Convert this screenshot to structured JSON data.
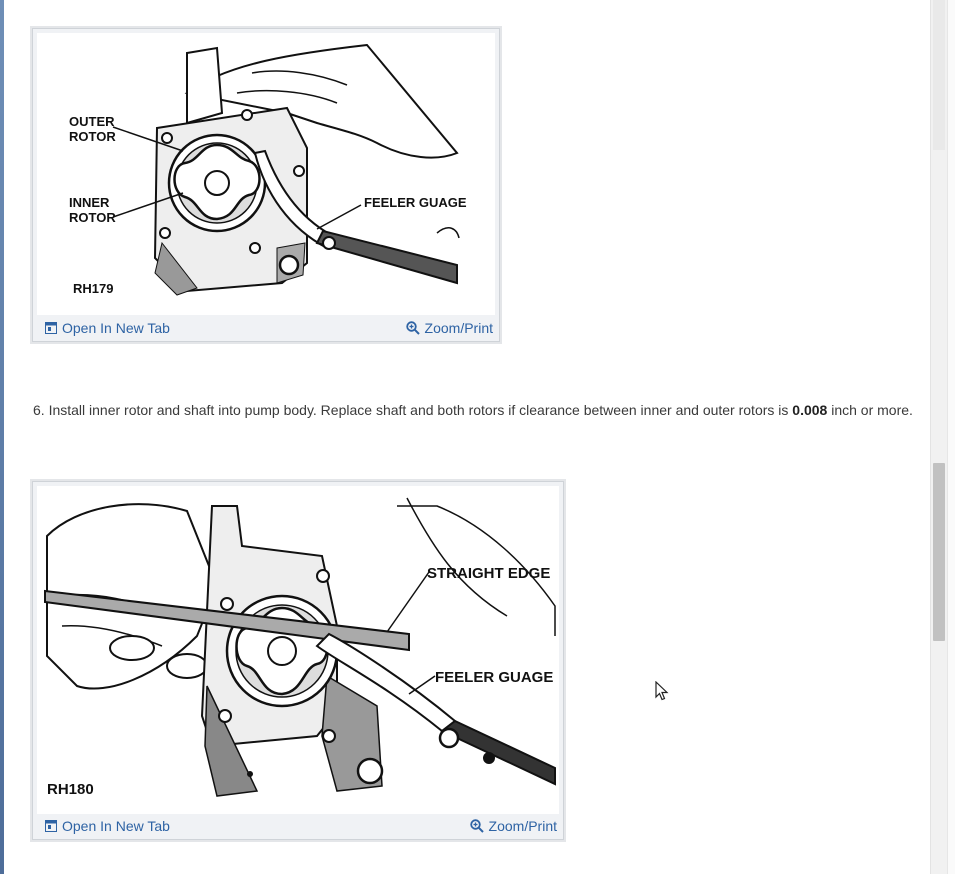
{
  "figure1": {
    "labels": {
      "outer_rotor_1": "OUTER",
      "outer_rotor_2": "ROTOR",
      "inner_rotor_1": "INNER",
      "inner_rotor_2": "ROTOR",
      "feeler": "FEELER GUAGE",
      "code": "RH179"
    },
    "open_label": "Open In New Tab",
    "zoom_label": "Zoom/Print"
  },
  "step6": {
    "prefix": "6. Install inner rotor and shaft into pump body. Replace shaft and both rotors if clearance between inner and outer rotors is",
    "value": "0.008",
    "suffix": "inch or more."
  },
  "figure2": {
    "labels": {
      "straight_edge": "STRAIGHT EDGE",
      "feeler": "FEELER GUAGE",
      "code": "RH180"
    },
    "open_label": "Open In New Tab",
    "zoom_label": "Zoom/Print"
  }
}
